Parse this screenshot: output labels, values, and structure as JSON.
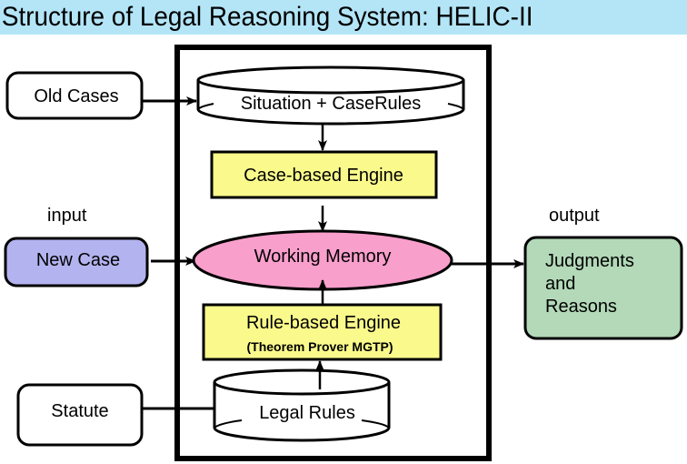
{
  "title": "Structure of Legal Reasoning System: HELIC-II",
  "colors": {
    "title_bg": "#b3e5f7",
    "engine_fill": "#fafa8c",
    "memory_fill": "#f99fcc",
    "new_case_fill": "#b3b3f0",
    "output_fill": "#b3d9b8",
    "stroke": "#000000"
  },
  "labels": {
    "input": "input",
    "output": "output"
  },
  "inputs": {
    "old_cases": "Old Cases",
    "new_case": "New Case",
    "statute": "Statute"
  },
  "system": {
    "case_db": "Situation + CaseRules",
    "case_engine": "Case-based Engine",
    "working_memory": "Working Memory",
    "rule_engine": "Rule-based Engine",
    "rule_engine_sub": "(Theorem Prover MGTP)",
    "legal_rules_db": "Legal Rules"
  },
  "result": {
    "line1": "Judgments",
    "line2": "and",
    "line3": "Reasons"
  }
}
